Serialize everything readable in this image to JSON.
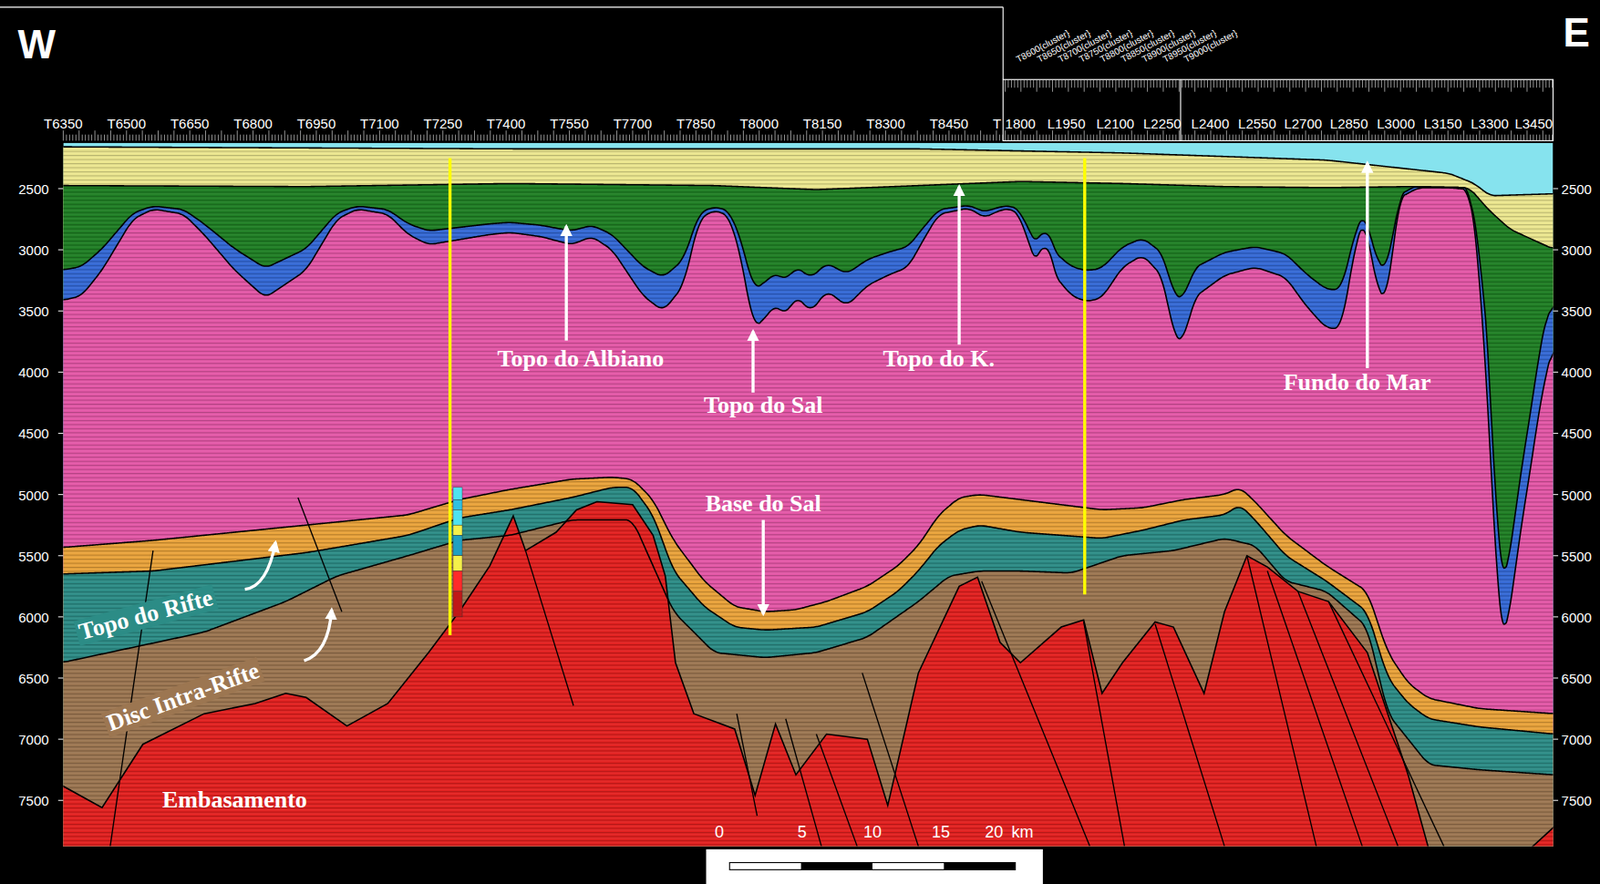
{
  "diagram": {
    "labels": [
      "W",
      "E",
      "T6350",
      "T6500",
      "T6650",
      "T6800",
      "T6950",
      "T7100",
      "T7250",
      "T7400",
      "T7550",
      "T7700",
      "T7850",
      "T8000",
      "T8150",
      "T8300",
      "T8450",
      "T",
      "1800",
      "L1950",
      "L2100",
      "L2250",
      "L2400",
      "L2550",
      "L2700",
      "L2850",
      "L3000",
      "L3150",
      "L3300",
      "L3450",
      "T8600{cluster}",
      "T8650{cluster}",
      "T8700{cluster}",
      "T8750{cluster}",
      "T8800{cluster}",
      "T8850{cluster}",
      "T8900{cluster}",
      "T8950{cluster}",
      "T9000{cluster}",
      "2500",
      "3000",
      "3500",
      "4000",
      "4500",
      "5000",
      "5500",
      "6000",
      "6500",
      "7000",
      "7500",
      "2500",
      "3000",
      "3500",
      "4000",
      "4500",
      "5000",
      "5500",
      "6000",
      "6500",
      "7000",
      "7500",
      "Topo do Albiano",
      "Topo do Sal",
      "Topo do K.",
      "Fundo do Mar",
      "Base do Sal",
      "Topo do Rifte",
      "Disc Intra-Rifte",
      "Embasamento",
      "0",
      "5",
      "10",
      "15",
      "20",
      "km"
    ]
  }
}
